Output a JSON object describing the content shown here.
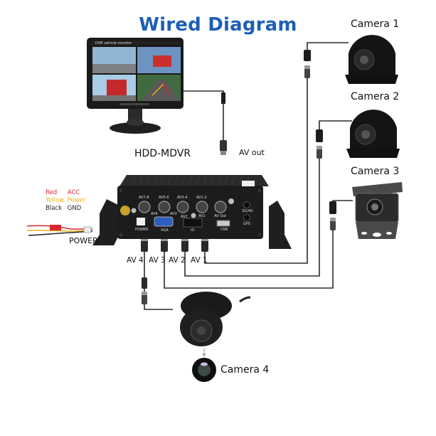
{
  "title": "Wired Diagram",
  "colors": {
    "title": "#1d5fb8",
    "wire": "#2b2b2b",
    "device_body": "#1c1c1c",
    "red_wire": "#d8262c",
    "yellow_wire": "#e8b21c",
    "black_wire": "#222222"
  },
  "monitor": {
    "screen_header": "DVR vehicle monitor"
  },
  "dvr": {
    "label": "HDD-MDVR",
    "av_out_label": "AV out",
    "ports": {
      "av78": "AV7-8",
      "av56": "AV5-6",
      "av34": "AV3-4",
      "av12": "AV1-2",
      "avout": "AV Out",
      "av4": "AV4",
      "av3": "AV3",
      "av2": "AV2",
      "av1": "AV1",
      "power": "POWER",
      "vga": "VGA",
      "io": "IO",
      "usb": "USB",
      "g34": "3G/4G",
      "gps": "GPS"
    }
  },
  "power": {
    "label": "POWER",
    "wires": [
      {
        "color": "Red",
        "function": "ACC"
      },
      {
        "color": "Yellow",
        "function": "Power"
      },
      {
        "color": "Black",
        "function": "GND"
      }
    ]
  },
  "channels": [
    "AV 4",
    "AV 3",
    "AV 2",
    "AV 1"
  ],
  "cameras": [
    {
      "label": "Camera 1"
    },
    {
      "label": "Camera 2"
    },
    {
      "label": "Camera 3"
    },
    {
      "label": "Camera 4"
    }
  ]
}
